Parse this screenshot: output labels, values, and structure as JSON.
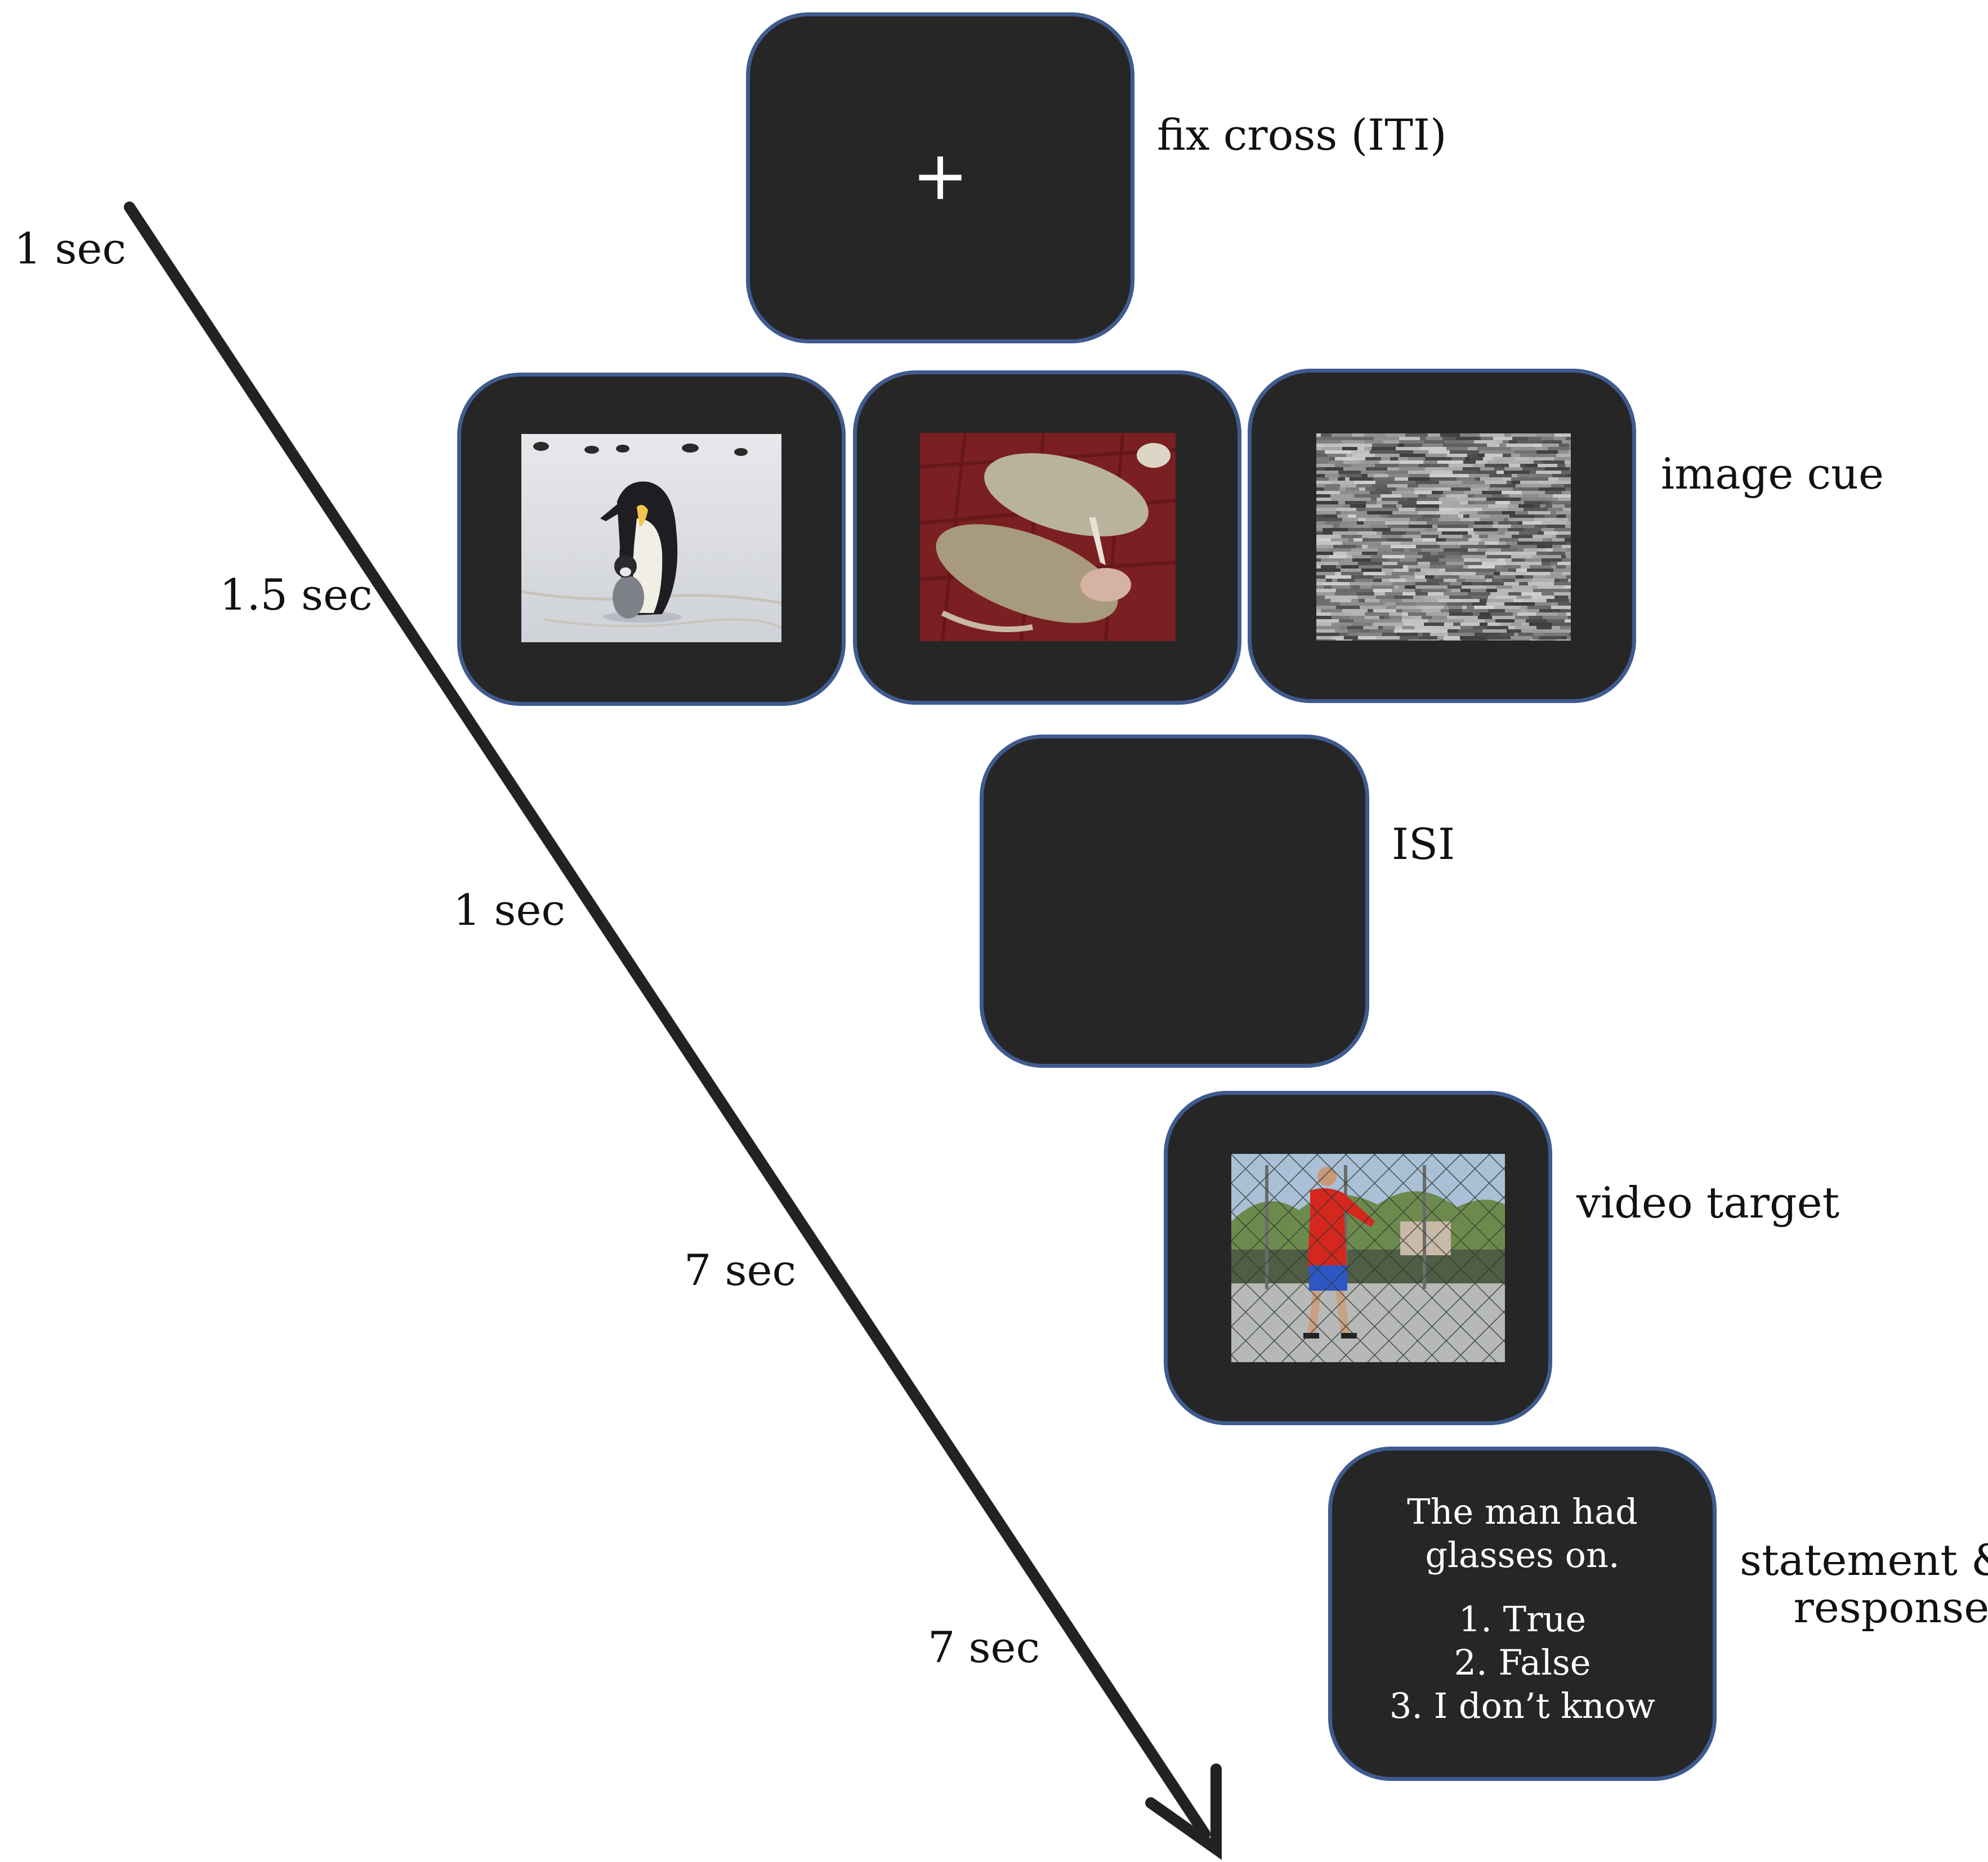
{
  "timeline": {
    "durations": [
      "1 sec",
      "1.5 sec",
      "1 sec",
      "7 sec",
      "7 sec"
    ]
  },
  "events": {
    "fix_cross": {
      "label": "fix cross (ITI)",
      "symbol": "+"
    },
    "image_cue": {
      "label": "image cue"
    },
    "isi": {
      "label": "ISI"
    },
    "video_target": {
      "label": "video target"
    },
    "statement_response": {
      "label_line1": "statement &",
      "label_line2": "response",
      "statement_line1": "The man had",
      "statement_line2": "glasses on.",
      "options": [
        "1. True",
        "2. False",
        "3. I don’t know"
      ]
    }
  },
  "colors": {
    "screen_fill": "#262626",
    "screen_border": "#3f5b8f",
    "arrow": "#222222"
  },
  "icons": {
    "cue_images": [
      "penguin-with-chick-image",
      "dead-animals-image",
      "scrambled-noise-image"
    ],
    "video_frame": "man-in-red-jacket-behind-fence-image"
  }
}
